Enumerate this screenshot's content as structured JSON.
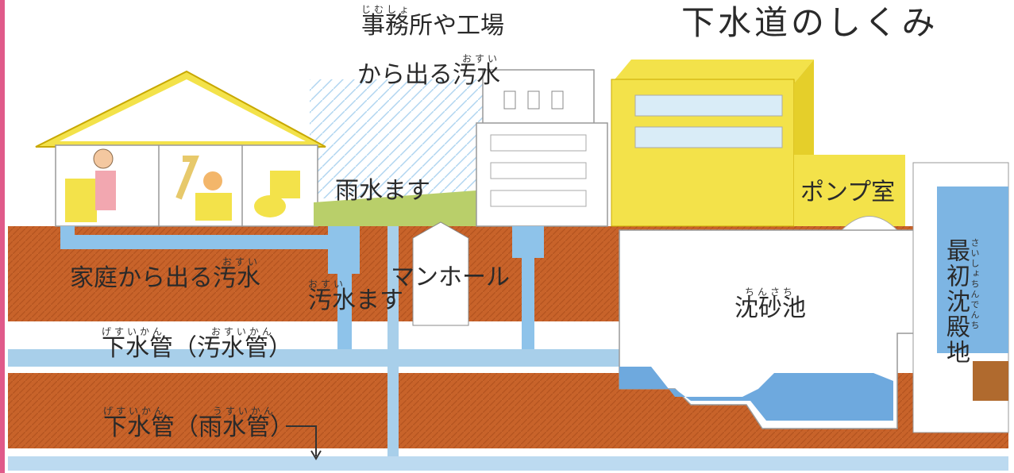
{
  "title": "下水道のしくみ",
  "labels": {
    "office_water_line1": "事務所や工場",
    "office_water_line2": "から出る汚水",
    "office_ruby1": "じむしょ",
    "office_ruby2": "おすい",
    "rain_inlet": "雨水ます",
    "pump_room": "ポンプ室",
    "household_water": "家庭から出る汚水",
    "household_ruby": "おすい",
    "manhole": "マンホール",
    "sewage_inlet": "汚水ます",
    "sewage_inlet_ruby": "おすい",
    "grit_chamber": "沈砂池",
    "grit_chamber_ruby": "ちんさち",
    "primary_settling_tank": "最初沈殿地",
    "primary_settling_ruby": "さいしょちんでんち",
    "sewer_pipe_sewage": "下水管（汚水管）",
    "sewer_pipe_sewage_ruby1": "げすいかん",
    "sewer_pipe_sewage_ruby2": "おすいかん",
    "sewer_pipe_rain": "下水管（雨水管）",
    "sewer_pipe_rain_ruby1": "げすいかん",
    "sewer_pipe_rain_ruby2": "うすいかん"
  },
  "colors": {
    "soil": "#c8632a",
    "water": "#9cc8e6",
    "water_dark": "#5b9bd5",
    "building_yellow": "#f3e24a",
    "ground_green": "#b9cf6a",
    "border_pink": "#e05a8a"
  }
}
